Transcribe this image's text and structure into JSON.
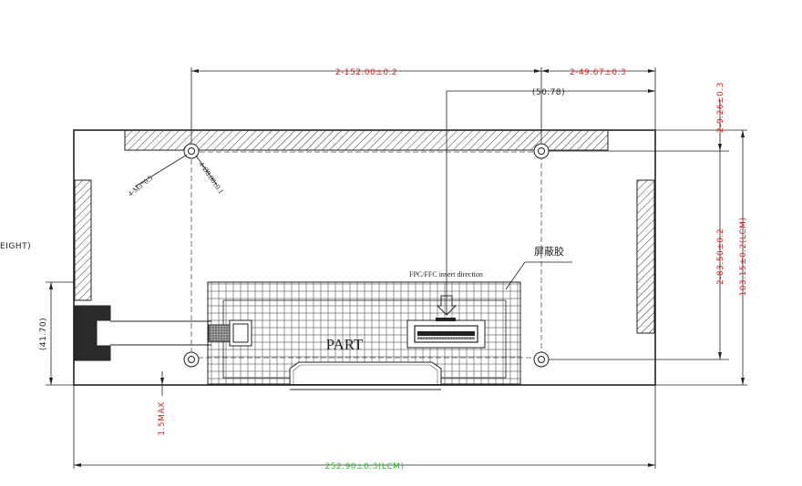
{
  "colors": {
    "dimension_red": "#e0201c",
    "dimension_green": "#2db82d",
    "line_black": "#222222"
  },
  "dimensions": {
    "hole_pitch_horizontal": "2-152.00±0.2",
    "hole_offset_right": "2-49.67±0.3",
    "reference_50_78": "(50.78)",
    "hole_offset_top": "2-9.26±0.3",
    "hole_pitch_vertical": "2-83.50±0.2",
    "lcm_height": "103.15±0.2(LCM)",
    "lcm_width": "252.90±0.3(LCM)",
    "thickness_max": "1.5MAX",
    "reference_41_70": "(41.70)",
    "left_cut_label": "EIGHT)"
  },
  "annotations": {
    "screw_spec": "4-M3*0.5",
    "hole_spec": "4-Ø8.00±0.1",
    "fpc_direction": "FPC/FFC insert direction",
    "shield_tape": "屏蔽胶",
    "part_label": "PART"
  }
}
